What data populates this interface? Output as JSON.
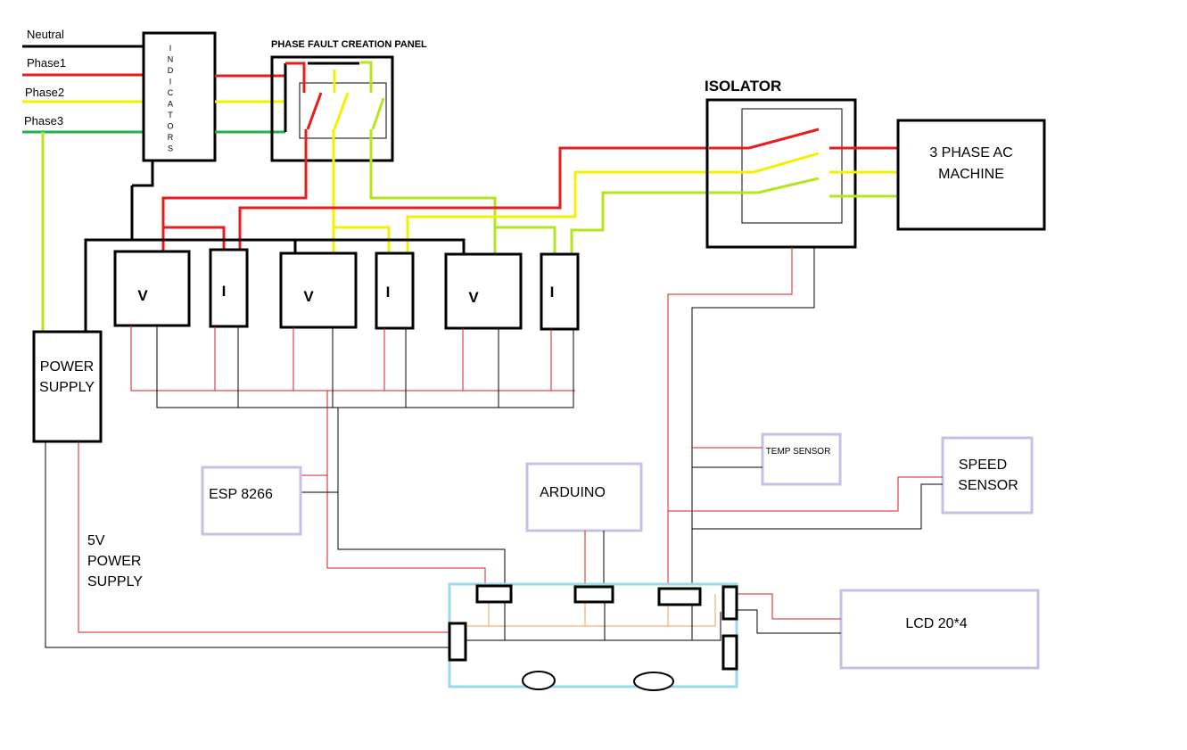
{
  "colors": {
    "red": "#e81c1c",
    "yellow": "#f2f200",
    "green": "#22b14c",
    "lime": "#b5e61d",
    "black": "#000000",
    "thin_red": "#d02020",
    "box_purple": "#c8bfe7",
    "board_cyan": "#99d9ea",
    "orange": "#f0a050"
  },
  "supply": {
    "neutral": "Neutral",
    "phase1": "Phase1",
    "phase2": "Phase2",
    "phase3": "Phase3"
  },
  "indicators": {
    "letters": [
      "I",
      "N",
      "D",
      "I",
      "C",
      "A",
      "T",
      "O",
      "R",
      "S"
    ]
  },
  "fault_panel": {
    "title": "PHASE FAULT CREATION PANEL"
  },
  "isolator": {
    "title": "ISOLATOR"
  },
  "machine": {
    "line1": "3 PHASE  AC",
    "line2": "MACHINE"
  },
  "sensors": [
    {
      "label": "V"
    },
    {
      "label": "I"
    },
    {
      "label": "V"
    },
    {
      "label": "I"
    },
    {
      "label": "V"
    },
    {
      "label": "I"
    }
  ],
  "power_supply": {
    "line1": "POWER",
    "line2": "SUPPLY"
  },
  "five_v": {
    "line1": "5V",
    "line2": "POWER",
    "line3": "SUPPLY"
  },
  "esp": {
    "label": "ESP 8266"
  },
  "arduino": {
    "label": "ARDUINO"
  },
  "temp": {
    "label": "TEMP SENSOR"
  },
  "speed": {
    "line1": "SPEED",
    "line2": "SENSOR"
  },
  "lcd": {
    "label": "LCD 20*4"
  }
}
